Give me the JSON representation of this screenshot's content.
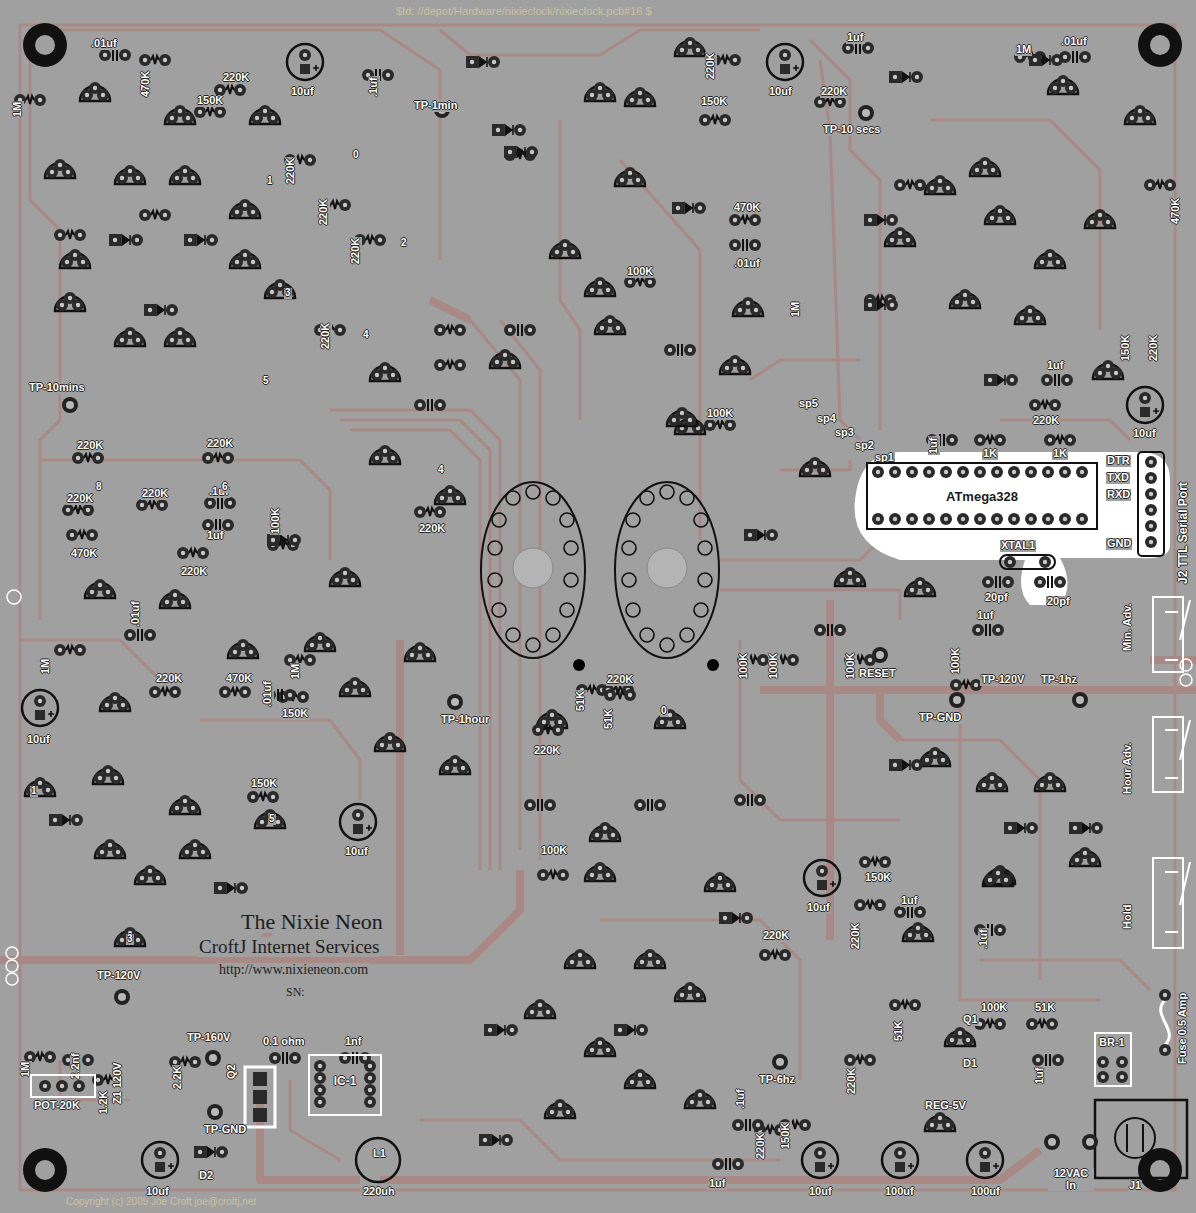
{
  "diagram": {
    "nodes": [
      {
        "text": [
          "ATmega328"
        ]
      },
      {
        "text": [
          "IC-1"
        ]
      },
      {
        "text": [
          "POT-20K"
        ]
      },
      {
        "text": [
          "BR-1"
        ]
      }
    ],
    "labels": [
      "$Id: //depot/Hardware/nixieclock/nixieclock.pcb#16 $",
      "TP-1min",
      "TP-10 secs",
      "TP-10mins",
      "TP-1hour",
      "TP-120V",
      "TP-1hz",
      "TP-GND",
      "RESET",
      "TP-120V",
      "TP-160V",
      "TP-6hz",
      "TP-GND",
      "The Nixie Neon",
      "CroftJ Internet Services",
      "http://www.nixieneon.com",
      "SN:",
      "Copyright (c) 2009 Joe Croft joe@croftj.net",
      "J2 TTL Serial Port",
      "DTR",
      "TXD",
      "RXD",
      "GND",
      "XTAL1",
      "20pf",
      "20pf",
      "Min. Adv.",
      "Hour Adv.",
      "Hold",
      "Fuse 0.5 Amp",
      "12VAC In",
      "J1",
      "Q1",
      "D1",
      "REG-5V",
      "1uf",
      "100K",
      "51K",
      "51K",
      "sp5",
      "sp4",
      "sp3",
      "sp2",
      "sp1",
      "1uf",
      "1K",
      "1K",
      "10uf",
      "150K",
      "220K",
      "1uf",
      "220K",
      "470K",
      "1M",
      ".01uf",
      "10uf",
      "1uf",
      "220K",
      "220K",
      "150K",
      "470K",
      ".01uf",
      "1M",
      "100K",
      "100K",
      ".1uf",
      "10uf",
      "220K",
      "150K",
      "470K",
      ".01uf",
      "1M",
      "220K",
      "220K",
      "220K",
      "220K",
      "220K",
      "220K",
      "220K",
      "220K",
      ".1uf",
      "1uf",
      "220K",
      "100K",
      "220K",
      "470K",
      ".01uf",
      "1M",
      "1M",
      ".01uf",
      "220K",
      "470K",
      "150K",
      "10uf",
      "220K",
      "51K",
      "51K",
      "220K",
      "10uf",
      "150K",
      "100K",
      "100K",
      "100K",
      "100K",
      "100K",
      "1uf",
      "10uf",
      "150K",
      "220K",
      "1uf",
      ".1uf",
      "220K",
      "220K",
      "220K",
      "150K",
      "1uf",
      ".1uf",
      "10uf",
      "100uf",
      "100uf",
      "1M",
      "2.2nf",
      "1.2K",
      "Z1 120V",
      "2.2K",
      "10uf",
      "D2",
      "Q2",
      "0.1 ohm",
      "1nf",
      "L1",
      "220uh",
      "1",
      "0",
      "2",
      "3",
      "4",
      "5",
      "6",
      "8",
      "4",
      "0",
      "5",
      "3",
      "1"
    ]
  }
}
